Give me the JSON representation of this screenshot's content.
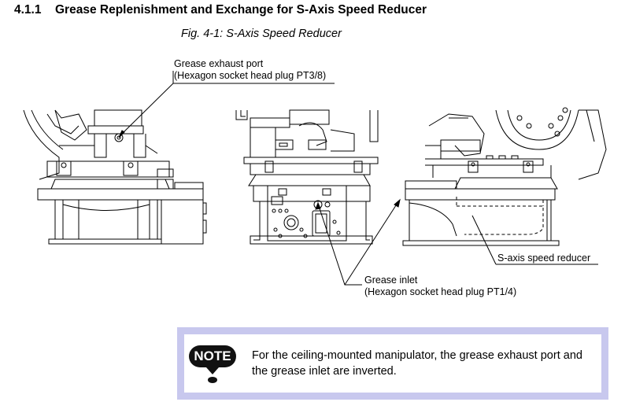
{
  "heading": {
    "number": "4.1.1",
    "title": "Grease Replenishment and Exchange for S-Axis Speed Reducer"
  },
  "figure": {
    "caption": "Fig. 4-1: S-Axis Speed Reducer",
    "callouts": {
      "exhaust_port": {
        "line1": "Grease exhaust port",
        "line2": "(Hexagon socket head plug PT3/8)"
      },
      "grease_inlet": {
        "line1": "Grease inlet",
        "line2": "(Hexagon socket head plug PT1/4)"
      },
      "speed_reducer": {
        "line1": "S-axis speed reducer"
      }
    }
  },
  "note": {
    "badge": "NOTE",
    "text": "For the ceiling-mounted manipulator, the grease exhaust port and the grease inlet are inverted."
  }
}
